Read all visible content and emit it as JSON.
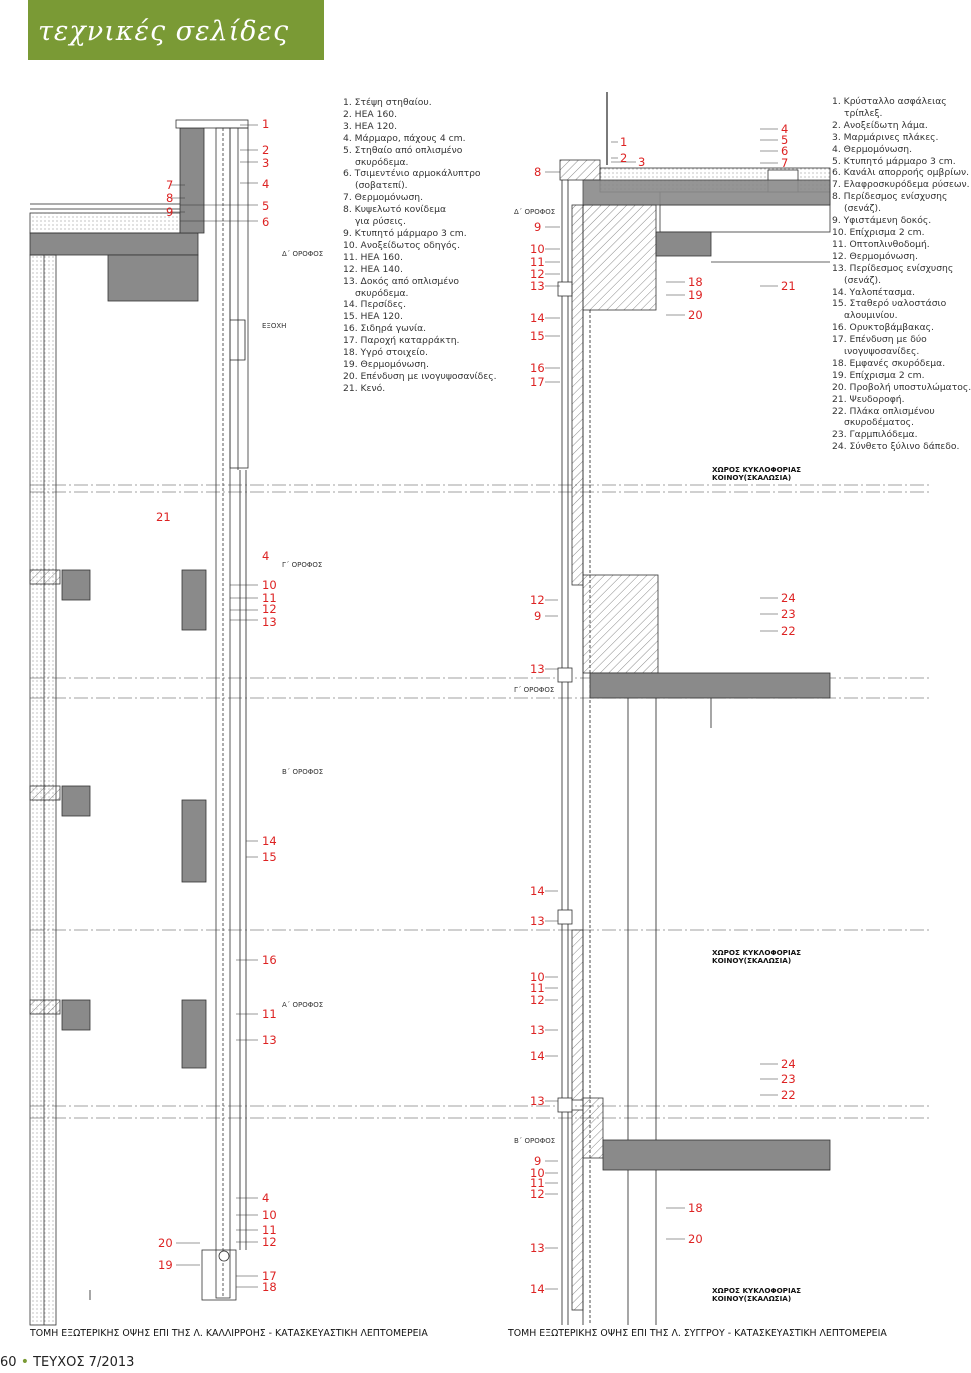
{
  "header": {
    "title": "τεχνικές σελίδες"
  },
  "legend_left": [
    "1. Στέψη στηθαίου.",
    "2. HEA 160.",
    "3. HEA 120.",
    "4. Μάρμαρο, πάχους 4 cm.",
    "5. Στηθαίο από οπλισμένο",
    "σκυρόδεμα.",
    "6. Τσιμεντένιο αρμοκάλυπτρο",
    "(σοβατεπί).",
    "7. Θερμομόνωση.",
    "8. Κυψελωτό κονίδεμα",
    "για ρύσεις.",
    "9. Κτυπητό μάρμαρο 3 cm.",
    "10. Ανοξείδωτος οδηγός.",
    "11. HEA 160.",
    "12. HEA 140.",
    "13. Δοκός από οπλισμένο",
    "σκυρόδεμα.",
    "14. Περσίδες.",
    "15. HEA 120.",
    "16. Σιδηρά γωνία.",
    "17. Παροχή καταρράκτη.",
    "18. Υγρό στοιχείο.",
    "19. Θερμομόνωση.",
    "20. Επένδυση με ινογυψοσανίδες.",
    "21. Κενό."
  ],
  "legend_right": [
    "1. Κρύσταλλο ασφάλειας",
    "τρίπλεξ.",
    "2. Ανοξείδωτη λάμα.",
    "3. Μαρμάρινες πλάκες.",
    "4. Θερμομόνωση.",
    "5. Κτυπητό μάρμαρο 3 cm.",
    "6. Κανάλι απορροής ομβρίων.",
    "7. Ελαφροσκυρόδεμα ρύσεων.",
    "8. Περίδεσμος ενίσχυσης",
    "(σενάζ).",
    "9. Υφιστάμενη δοκός.",
    "10. Επίχρισμα 2 cm.",
    "11. Οπτοπλινθοδομή.",
    "12. Θερμομόνωση.",
    "13. Περίδεσμος ενίσχυσης",
    "(σενάζ).",
    "14. Υαλοπέτασμα.",
    "15. Σταθερό υαλοστάσιο",
    "αλουμινίου.",
    "16. Ορυκτοβάμβακας.",
    "17. Επένδυση με δύο",
    "ινογυψοσανίδες.",
    "18. Εμφανές σκυρόδεμα.",
    "19. Επίχρισμα 2 cm.",
    "20. Προβολή υποστυλώματος.",
    "21. Ψευδοροφή.",
    "22. Πλάκα οπλισμένου",
    "σκυροδέματος.",
    "23. Γαρμπιλόδεμα.",
    "24. Σύνθετο ξύλινο δάπεδο."
  ],
  "floor_labels": {
    "d_floor": "Δ΄ ΟΡΟΦΟΣ",
    "g_floor": "Γ΄ ΟΡΟΦΟΣ",
    "b_floor": "Β΄ ΟΡΟΦΟΣ",
    "a_floor": "Α΄ ΟΡΟΦΟΣ",
    "projection": "ΕΞΟΧΗ"
  },
  "space_labels": {
    "line1": "ΧΩΡΟΣ ΚΥΚΛΟΦΟΡΙΑΣ",
    "line2": "ΚΟΙΝΟΥ(ΣΚΑΛΩΣΙΑ)"
  },
  "captions": {
    "left": "ΤΟΜΗ ΕΞΩΤΕΡΙΚΗΣ ΟΨΗΣ ΕΠΙ ΤΗΣ Λ. ΚΑΛΛΙΡΡΟΗΣ - ΚΑΤΑΣΚΕΥΑΣΤΙΚΗ ΛΕΠΤΟΜΕΡΕΙΑ",
    "right": "ΤΟΜΗ ΕΞΩΤΕΡΙΚΗΣ ΟΨΗΣ ΕΠΙ ΤΗΣ Λ. ΣΥΓΓΡΟΥ - ΚΑΤΑΣΚΕΥΑΣΤΙΚΗ ΛΕΠΤΟΜΕΡΕΙΑ"
  },
  "footer": {
    "page": "60",
    "issue": "ΤΕΥΧΟΣ 7/2013"
  },
  "callouts_left": [
    "1",
    "2",
    "3",
    "4",
    "5",
    "6",
    "7",
    "8",
    "9",
    "21",
    "4",
    "10",
    "11",
    "12",
    "13",
    "14",
    "15",
    "16",
    "11",
    "13",
    "4",
    "10",
    "11",
    "12",
    "20",
    "19",
    "17",
    "18"
  ],
  "callouts_right": [
    "8",
    "9",
    "10",
    "11",
    "12",
    "13",
    "14",
    "15",
    "16",
    "17",
    "1",
    "2",
    "3",
    "18",
    "19",
    "20",
    "4",
    "5",
    "6",
    "7",
    "21",
    "12",
    "9",
    "24",
    "23",
    "22",
    "13",
    "14",
    "13",
    "10",
    "11",
    "12",
    "13",
    "14",
    "13",
    "24",
    "23",
    "22",
    "9",
    "10",
    "11",
    "12",
    "13",
    "14",
    "18",
    "20"
  ],
  "colors": {
    "accent": "#7a9a35",
    "callout": "#d22222",
    "concrete": "#8a8a8a"
  }
}
